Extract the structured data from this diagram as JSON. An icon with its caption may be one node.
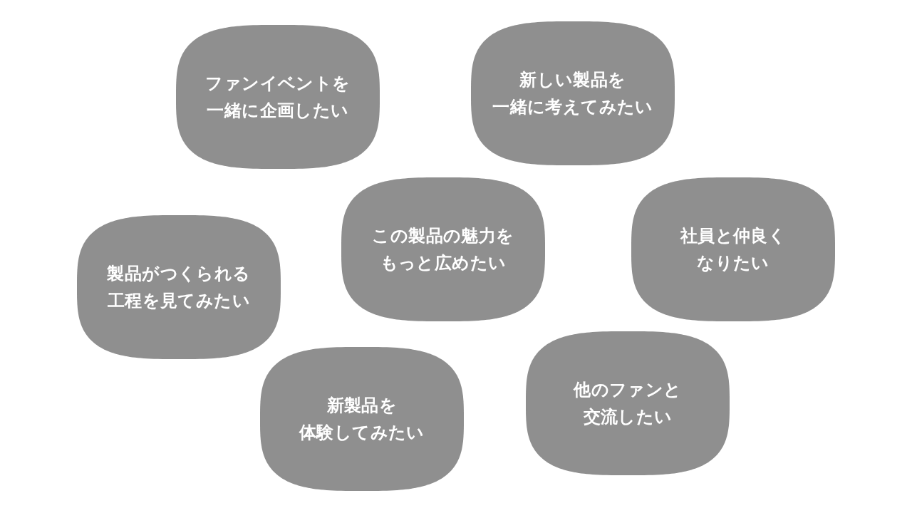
{
  "diagram": {
    "nodes": [
      {
        "text": [
          "ファンイベントを一緒に企画したい"
        ]
      },
      {
        "text": [
          "新しい製品を一緒に考えてみたい"
        ]
      },
      {
        "text": [
          "製品がつくられる工程を見てみたい"
        ]
      },
      {
        "text": [
          "この製品の魅力をもっと広めたい"
        ]
      },
      {
        "text": [
          "社員と仲良くなりたい"
        ]
      },
      {
        "text": [
          "新製品を体験してみたい"
        ]
      },
      {
        "text": [
          "他のファンと交流したい"
        ]
      }
    ]
  }
}
